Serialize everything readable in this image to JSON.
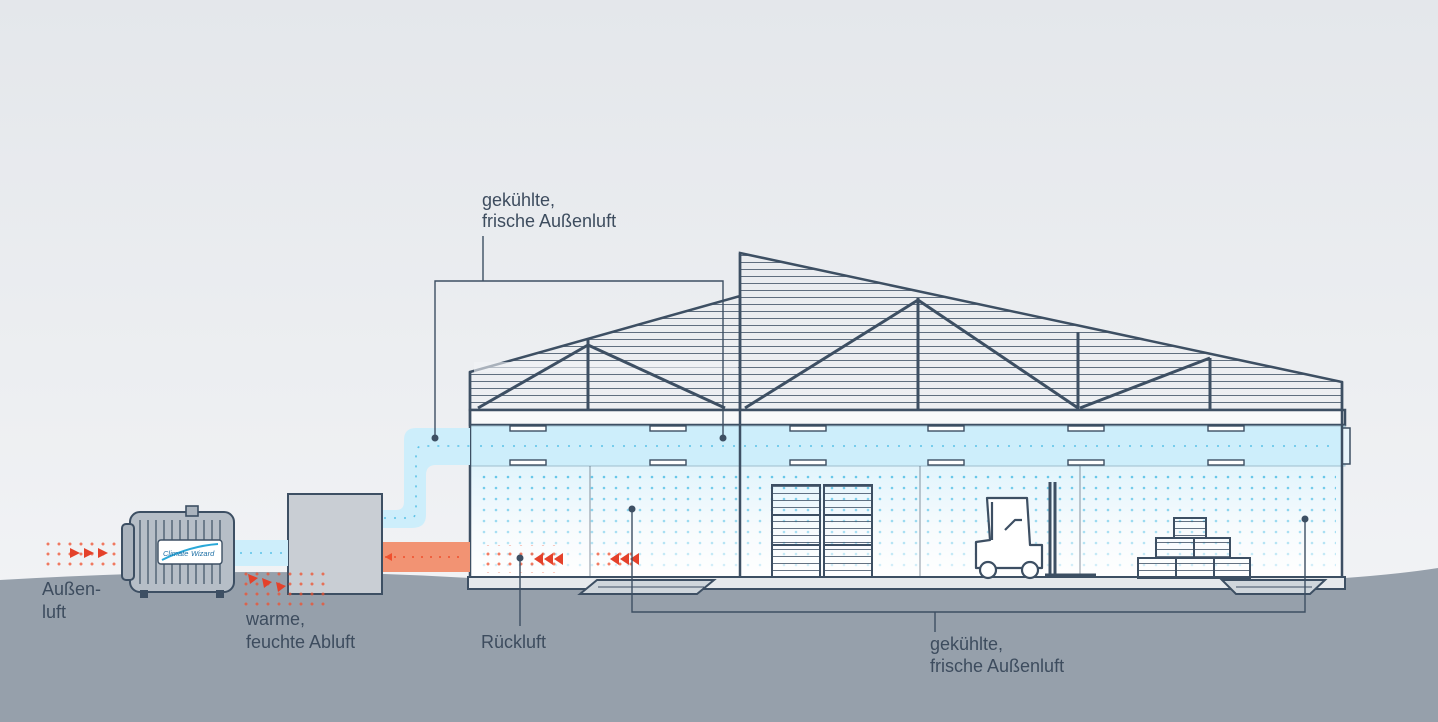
{
  "labels": {
    "top_supply_line1": "gekühlte,",
    "top_supply_line2": "frische Außenluft",
    "outside_line1": "Außen-",
    "outside_line2": "luft",
    "exhaust_line1": "warme,",
    "exhaust_line2": "feuchte Abluft",
    "return": "Rückluft",
    "bottom_supply_line1": "gekühlte,",
    "bottom_supply_line2": "frische Außenluft"
  },
  "unit_logo": {
    "text_left": "Climate",
    "text_right": "Wizard"
  },
  "colors": {
    "background_top": "#e3e6ea",
    "ground": "#96a0ab",
    "line": "#3d4f63",
    "cool_air": "#5bc2e7",
    "warm_air": "#f0502d",
    "duct_cool": "#d2eefb",
    "duct_warm": "#f29373",
    "text": "#3d4c5e"
  }
}
